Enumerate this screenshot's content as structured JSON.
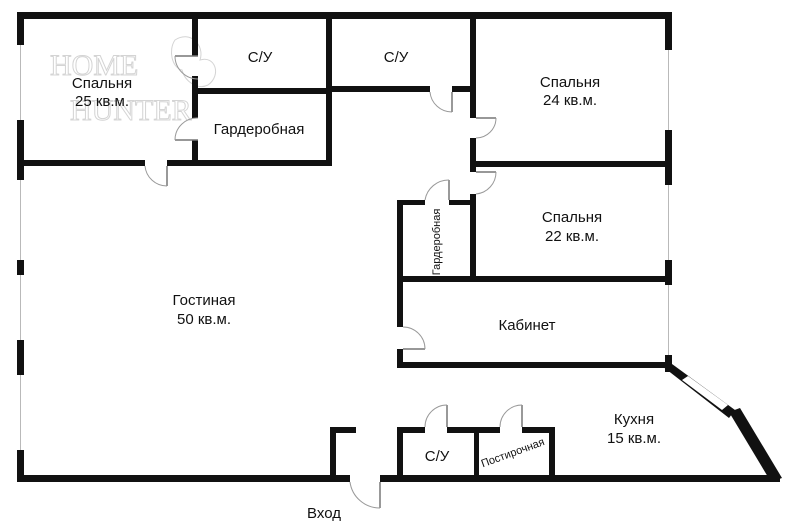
{
  "rooms": {
    "bedroom_left": {
      "name": "Спальня",
      "area": "25 кв.м."
    },
    "bath_1": {
      "name": "С/У"
    },
    "bath_2": {
      "name": "С/У"
    },
    "bedroom_right_top": {
      "name": "Спальня",
      "area": "24 кв.м."
    },
    "wardrobe_1": {
      "name": "Гардеробная"
    },
    "bedroom_right_mid": {
      "name": "Спальня",
      "area": "22 кв.м."
    },
    "wardrobe_2": {
      "name": "Гардеробная"
    },
    "living": {
      "name": "Гостиная",
      "area": "50 кв.м."
    },
    "study": {
      "name": "Кабинет"
    },
    "kitchen": {
      "name": "Кухня",
      "area": "15 кв.м."
    },
    "bath_3": {
      "name": "С/У"
    },
    "laundry": {
      "name": "Постирочная"
    }
  },
  "entrance": {
    "label": "Вход"
  },
  "watermark": {
    "line1": "HOME",
    "line2": "HUNTER"
  }
}
